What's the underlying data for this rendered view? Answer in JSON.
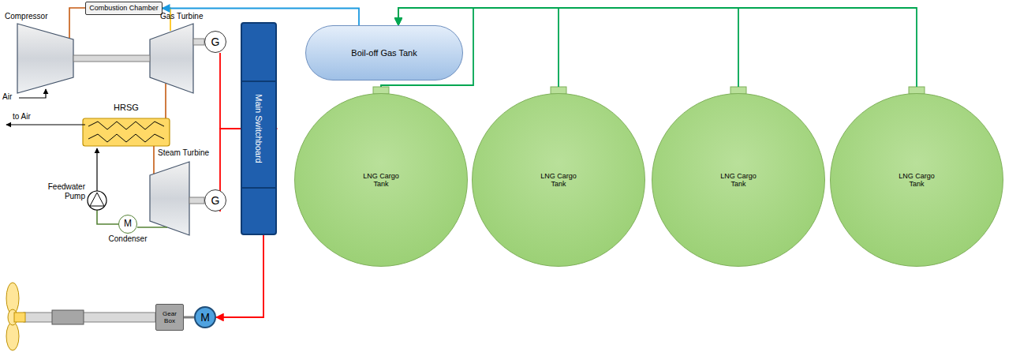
{
  "diagram": {
    "nodes": [
      {
        "text": [
          "Combustion Chamber"
        ]
      },
      {
        "text": [
          "G"
        ]
      },
      {
        "text": [
          "G"
        ]
      },
      {
        "text": [
          "Main Switchboard"
        ]
      },
      {
        "text": [
          "Boil-off Gas Tank"
        ]
      },
      {
        "text": [
          "LNG Cargo Tank"
        ]
      },
      {
        "text": [
          "LNG Cargo Tank"
        ]
      },
      {
        "text": [
          "LNG Cargo Tank"
        ]
      },
      {
        "text": [
          "LNG Cargo Tank"
        ]
      },
      {
        "text": [
          "HRSG"
        ]
      },
      {
        "text": [
          "M",
          "Condenser"
        ]
      },
      {
        "text": [
          "Gear Box"
        ]
      },
      {
        "text": [
          "M"
        ]
      }
    ],
    "edges": [
      {
        "from": 4,
        "to": 0,
        "arrow": "to"
      },
      {
        "from": 5,
        "to": 4,
        "arrow": "to"
      },
      {
        "from": 6,
        "to": 4,
        "arrow": "to"
      },
      {
        "from": 7,
        "to": 4,
        "arrow": "to"
      },
      {
        "from": 8,
        "to": 4,
        "arrow": "to"
      },
      {
        "from": 1,
        "to": 3,
        "arrow": "to"
      },
      {
        "from": 2,
        "to": 3,
        "arrow": "to"
      },
      {
        "from": 3,
        "to": 12,
        "arrow": "to"
      },
      {
        "from": 11,
        "to": 12,
        "arrow": "none"
      }
    ],
    "labels": [
      "Compressor",
      "Gas Turbine",
      "Air",
      "to Air",
      "Steam Turbine",
      "Feedwater Pump"
    ]
  }
}
